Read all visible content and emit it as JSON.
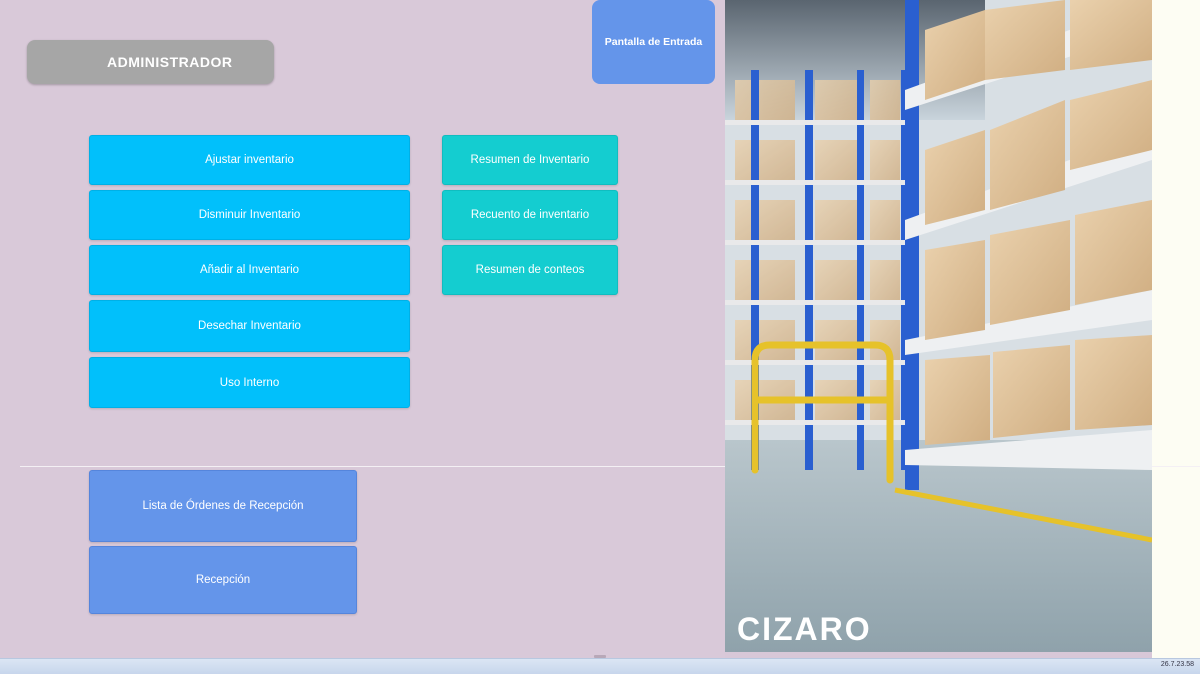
{
  "header": {
    "role_label": "ADMINISTRADOR",
    "home_button": "Pantalla de Entrada"
  },
  "inventory_actions": [
    {
      "label": "Ajustar inventario"
    },
    {
      "label": "Disminuir Inventario"
    },
    {
      "label": "Añadir al Inventario"
    },
    {
      "label": "Desechar Inventario"
    },
    {
      "label": "Uso Interno"
    }
  ],
  "inventory_reports": [
    {
      "label": "Resumen de Inventario"
    },
    {
      "label": "Recuento de inventario"
    },
    {
      "label": "Resumen de conteos"
    }
  ],
  "reception": [
    {
      "label": "Lista de Órdenes de Recepción"
    },
    {
      "label": "Recepción"
    }
  ],
  "brand": {
    "logo_text": "CIZARO"
  },
  "status_bar": {
    "version": "26.7.23.58"
  },
  "colors": {
    "background": "#d9c9d9",
    "cyan_button": "#01c0fb",
    "teal_button": "#14cdd0",
    "blue_button": "#6495ea",
    "admin_badge": "#a6a6a6"
  }
}
